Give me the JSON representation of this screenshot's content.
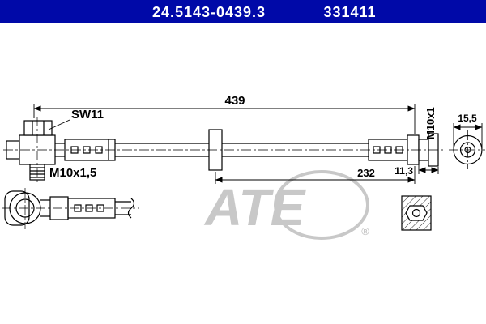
{
  "header": {
    "part_number": "24.5143-0439.3",
    "ref_number": "331411"
  },
  "dimensions": {
    "overall_length": "439",
    "partial_length": "232",
    "end_width": "15,5",
    "fitting_offset": "11,3"
  },
  "labels": {
    "hex_size": "SW11",
    "thread_left": "M10x1,5",
    "thread_right": "M10x1"
  },
  "watermark": {
    "brand": "ATE",
    "registered": "®"
  },
  "colors": {
    "header_bg": "#0009A8",
    "header_text": "#FFFFFF",
    "line": "#000000",
    "watermark": "#C8C8C8",
    "background": "#FFFFFF"
  }
}
